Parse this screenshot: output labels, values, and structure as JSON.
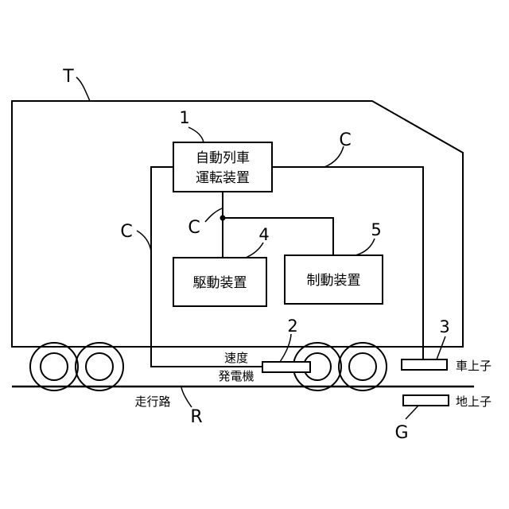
{
  "labels": {
    "train": "T",
    "cable_top_right": "C",
    "cable_left": "C",
    "cable_junction": "C",
    "rail": "R",
    "ground_unit": "G",
    "num_ato": "1",
    "num_speed_generator": "2",
    "num_onboard_unit": "3",
    "num_drive": "4",
    "num_brake": "5"
  },
  "boxes": {
    "ato_line1": "自動列車",
    "ato_line2": "運転装置",
    "drive": "駆動装置",
    "brake": "制動装置"
  },
  "texts": {
    "speed_line1": "速度",
    "speed_line2": "発電機",
    "onboard": "車上子",
    "ground": "地上子",
    "track": "走行路"
  }
}
